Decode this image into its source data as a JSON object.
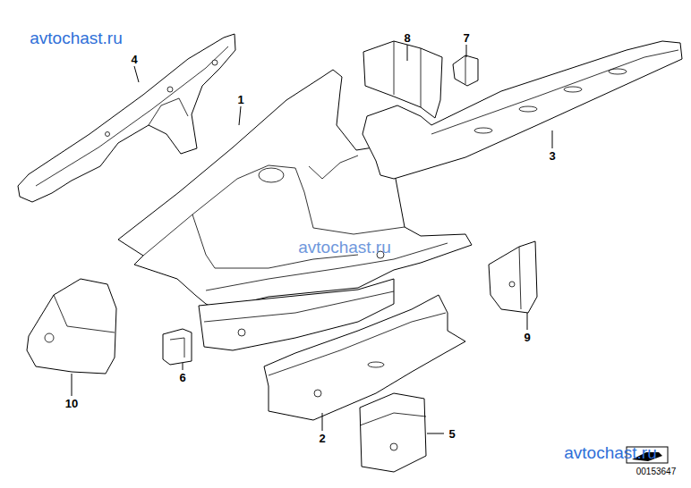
{
  "diagram": {
    "labels": [
      "avtochast.ru",
      "8",
      "7",
      "4",
      "1",
      "3",
      "avtochast.ru",
      "9",
      "10",
      "6",
      "2",
      "5",
      "avtochast.ru",
      "00153647"
    ]
  }
}
